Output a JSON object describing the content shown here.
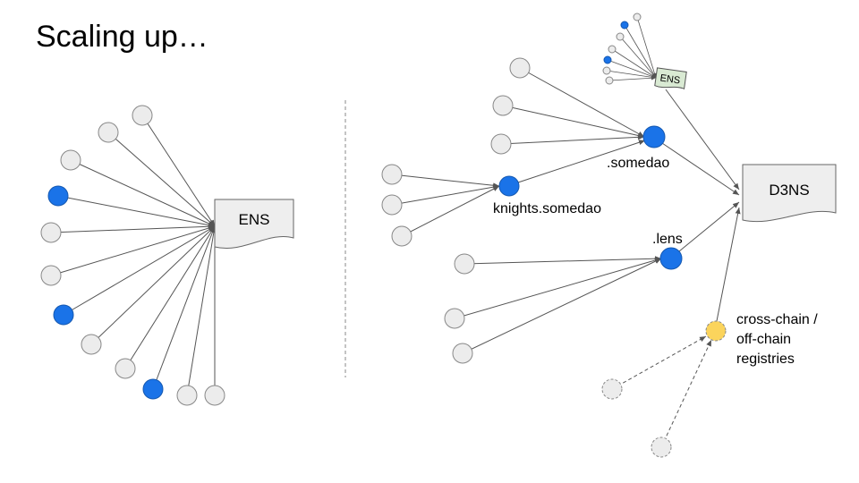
{
  "slide": {
    "title": "Scaling up…"
  },
  "colors": {
    "node_gray_fill": "#ececec",
    "node_blue_fill": "#1a73e8",
    "node_yellow_fill": "#fbd45c",
    "doc_fill": "#eeeeee",
    "doc_small_fill": "#d9ead3",
    "edge": "#555555"
  },
  "left_diagram": {
    "registry_label": "ENS",
    "nodes": [
      "gray",
      "gray",
      "gray",
      "blue",
      "gray",
      "gray",
      "blue",
      "gray",
      "gray",
      "blue",
      "gray",
      "gray"
    ]
  },
  "right_diagram": {
    "root_label": "D3NS",
    "mini_ens_label": "ENS",
    "somedao_label": ".somedao",
    "knights_label": "knights.somedao",
    "lens_label": ".lens",
    "crosschain_label_lines": [
      "cross-chain /",
      "off-chain",
      "registries"
    ]
  }
}
